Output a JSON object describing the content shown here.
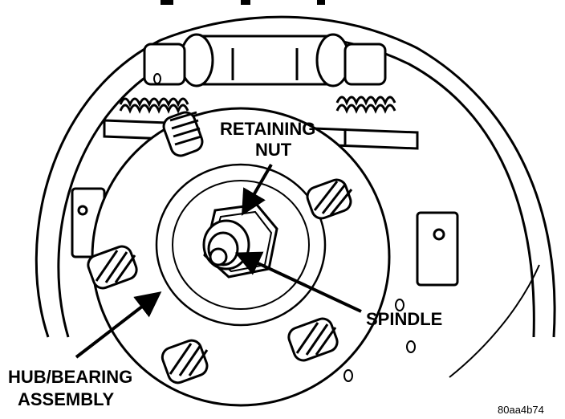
{
  "labels": {
    "retaining_nut_line1": "RETAINING",
    "retaining_nut_line2": "NUT",
    "spindle": "SPINDLE",
    "hub_bearing_line1": "HUB/BEARING",
    "hub_bearing_line2": "ASSEMBLY"
  },
  "figure_code": "80aa4b74",
  "colors": {
    "ink": "#000000",
    "paper": "#ffffff"
  }
}
